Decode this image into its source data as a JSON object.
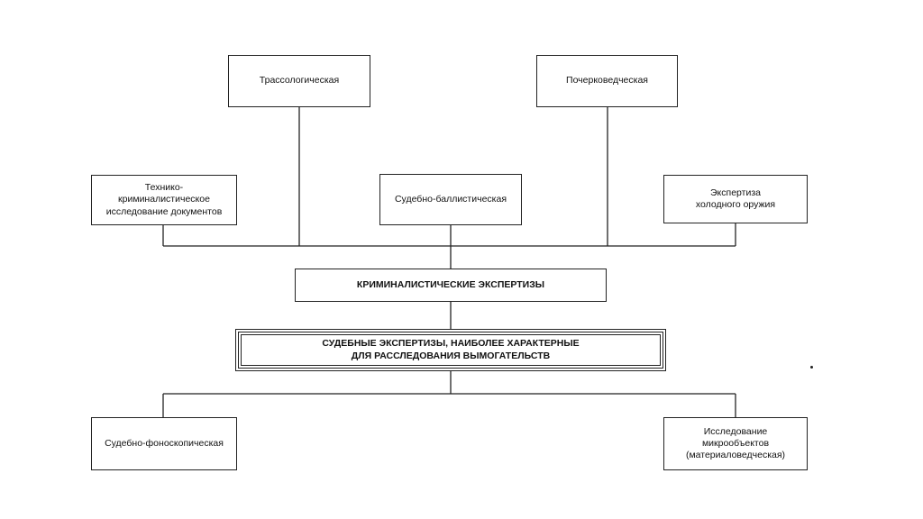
{
  "diagram": {
    "nodes": {
      "trace": "Трассологическая",
      "handwriting": "Почерковедческая",
      "documents": "Технико-\nкриминалистическое\nисследование документов",
      "ballistic": "Судебно-баллистическая",
      "weapons": "Экспертиза\nхолодного оружия",
      "forensic": "КРИМИНАЛИСТИЧЕСКИЕ ЭКСПЕРТИЗЫ",
      "main": "СУДЕБНЫЕ ЭКСПЕРТИЗЫ, НАИБОЛЕЕ ХАРАКТЕРНЫЕ\nДЛЯ РАССЛЕДОВАНИЯ ВЫМОГАТЕЛЬСТВ",
      "phonoscopic": "Судебно-фоноскопическая",
      "microobjects": "Исследование\nмикрообъектов\n(материаловедческая)"
    }
  }
}
